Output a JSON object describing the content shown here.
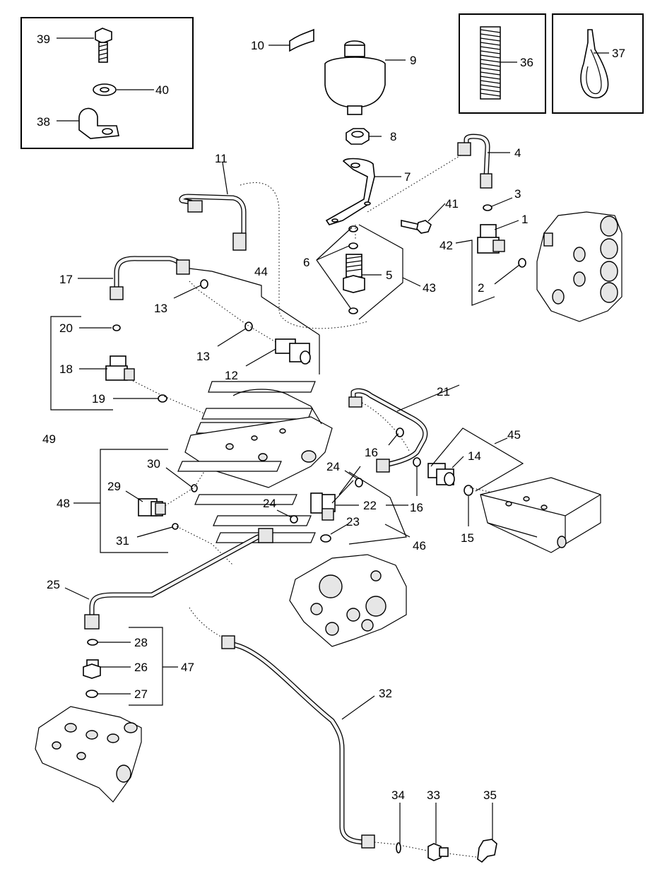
{
  "callouts": {
    "n1": "1",
    "n2": "2",
    "n3": "3",
    "n4": "4",
    "n5": "5",
    "n6": "6",
    "n7": "7",
    "n8": "8",
    "n9": "9",
    "n10": "10",
    "n11": "11",
    "n12": "12",
    "n13a": "13",
    "n13b": "13",
    "n14": "14",
    "n15": "15",
    "n16a": "16",
    "n16b": "16",
    "n17": "17",
    "n18": "18",
    "n19": "19",
    "n20": "20",
    "n21": "21",
    "n22": "22",
    "n23": "23",
    "n24a": "24",
    "n24b": "24",
    "n25": "25",
    "n26": "26",
    "n27": "27",
    "n28": "28",
    "n29": "29",
    "n30": "30",
    "n31": "31",
    "n32": "32",
    "n33": "33",
    "n34": "34",
    "n35": "35",
    "n36": "36",
    "n37": "37",
    "n38": "38",
    "n39": "39",
    "n40": "40",
    "n41": "41",
    "n42": "42",
    "n43": "43",
    "n44": "44",
    "n45": "45",
    "n46": "46",
    "n47": "47",
    "n48": "48",
    "n49": "49"
  }
}
